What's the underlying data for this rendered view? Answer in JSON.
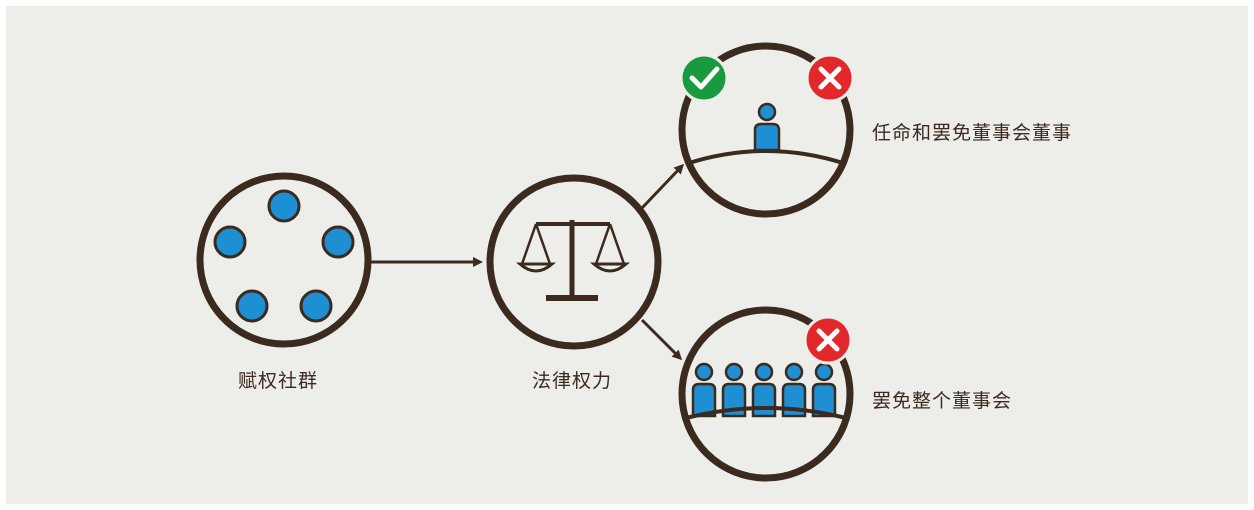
{
  "nodes": {
    "community": {
      "label": "赋权社群",
      "icon": "people-circle-icon"
    },
    "legal": {
      "label": "法律权力",
      "icon": "scales-icon"
    },
    "appoint": {
      "label": "任命和罢免董事会董事",
      "icon": "single-director-icon"
    },
    "remove": {
      "label": "罢免整个董事会",
      "icon": "board-icon"
    }
  },
  "colors": {
    "background": "#ededea",
    "outline": "#3b2a1e",
    "people_blue": "#1e8fd3",
    "check_green": "#1a9a3e",
    "cross_red": "#e3282b"
  }
}
